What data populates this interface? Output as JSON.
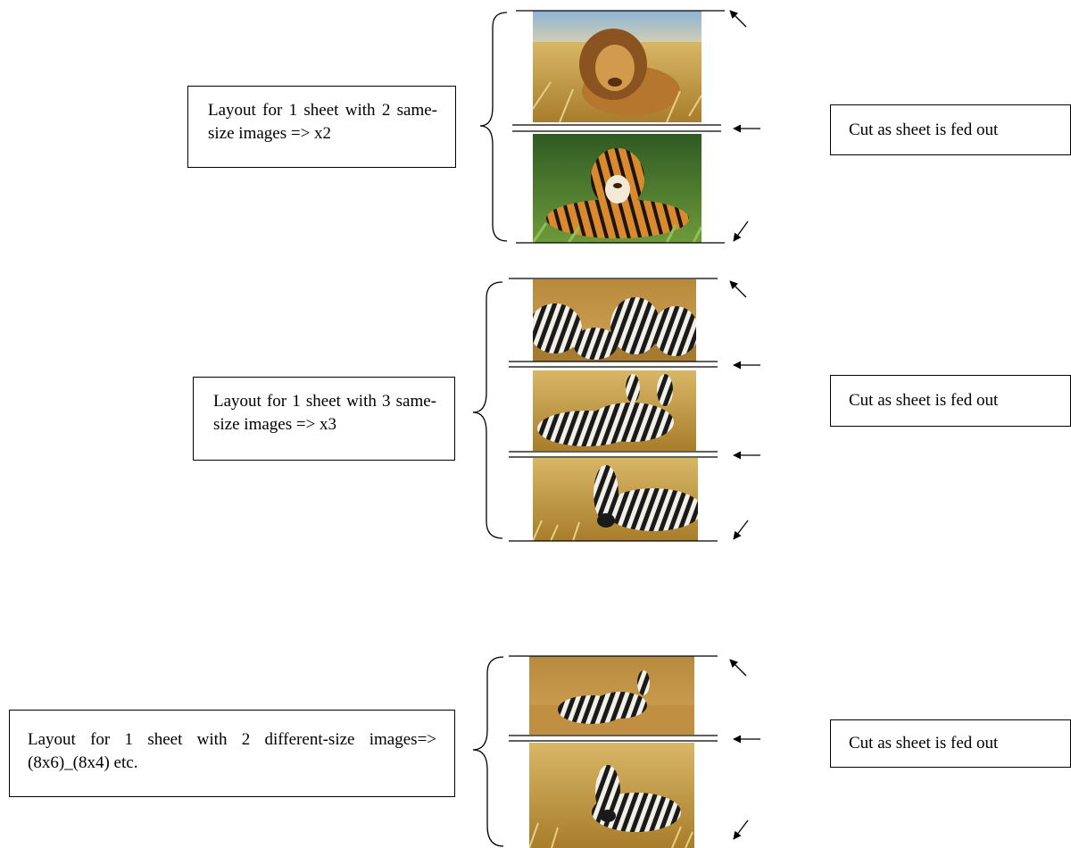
{
  "sections": [
    {
      "layout_label": "Layout for 1 sheet with 2 same-size images => x2",
      "cut_label": "Cut as sheet is fed out",
      "images": [
        "lion-photo",
        "tiger-photo"
      ]
    },
    {
      "layout_label": "Layout for 1 sheet with 3 same-size images => x3",
      "cut_label": "Cut as sheet is fed out",
      "images": [
        "zebra-herd-photo",
        "two-zebras-photo",
        "zebra-grass-photo"
      ]
    },
    {
      "layout_label": "Layout for 1 sheet with 2 different-size images=> (8x6)_(8x4) etc.",
      "cut_label": "Cut as sheet is fed out",
      "images": [
        "two-zebras-field-photo",
        "zebra-standing-photo"
      ]
    }
  ]
}
